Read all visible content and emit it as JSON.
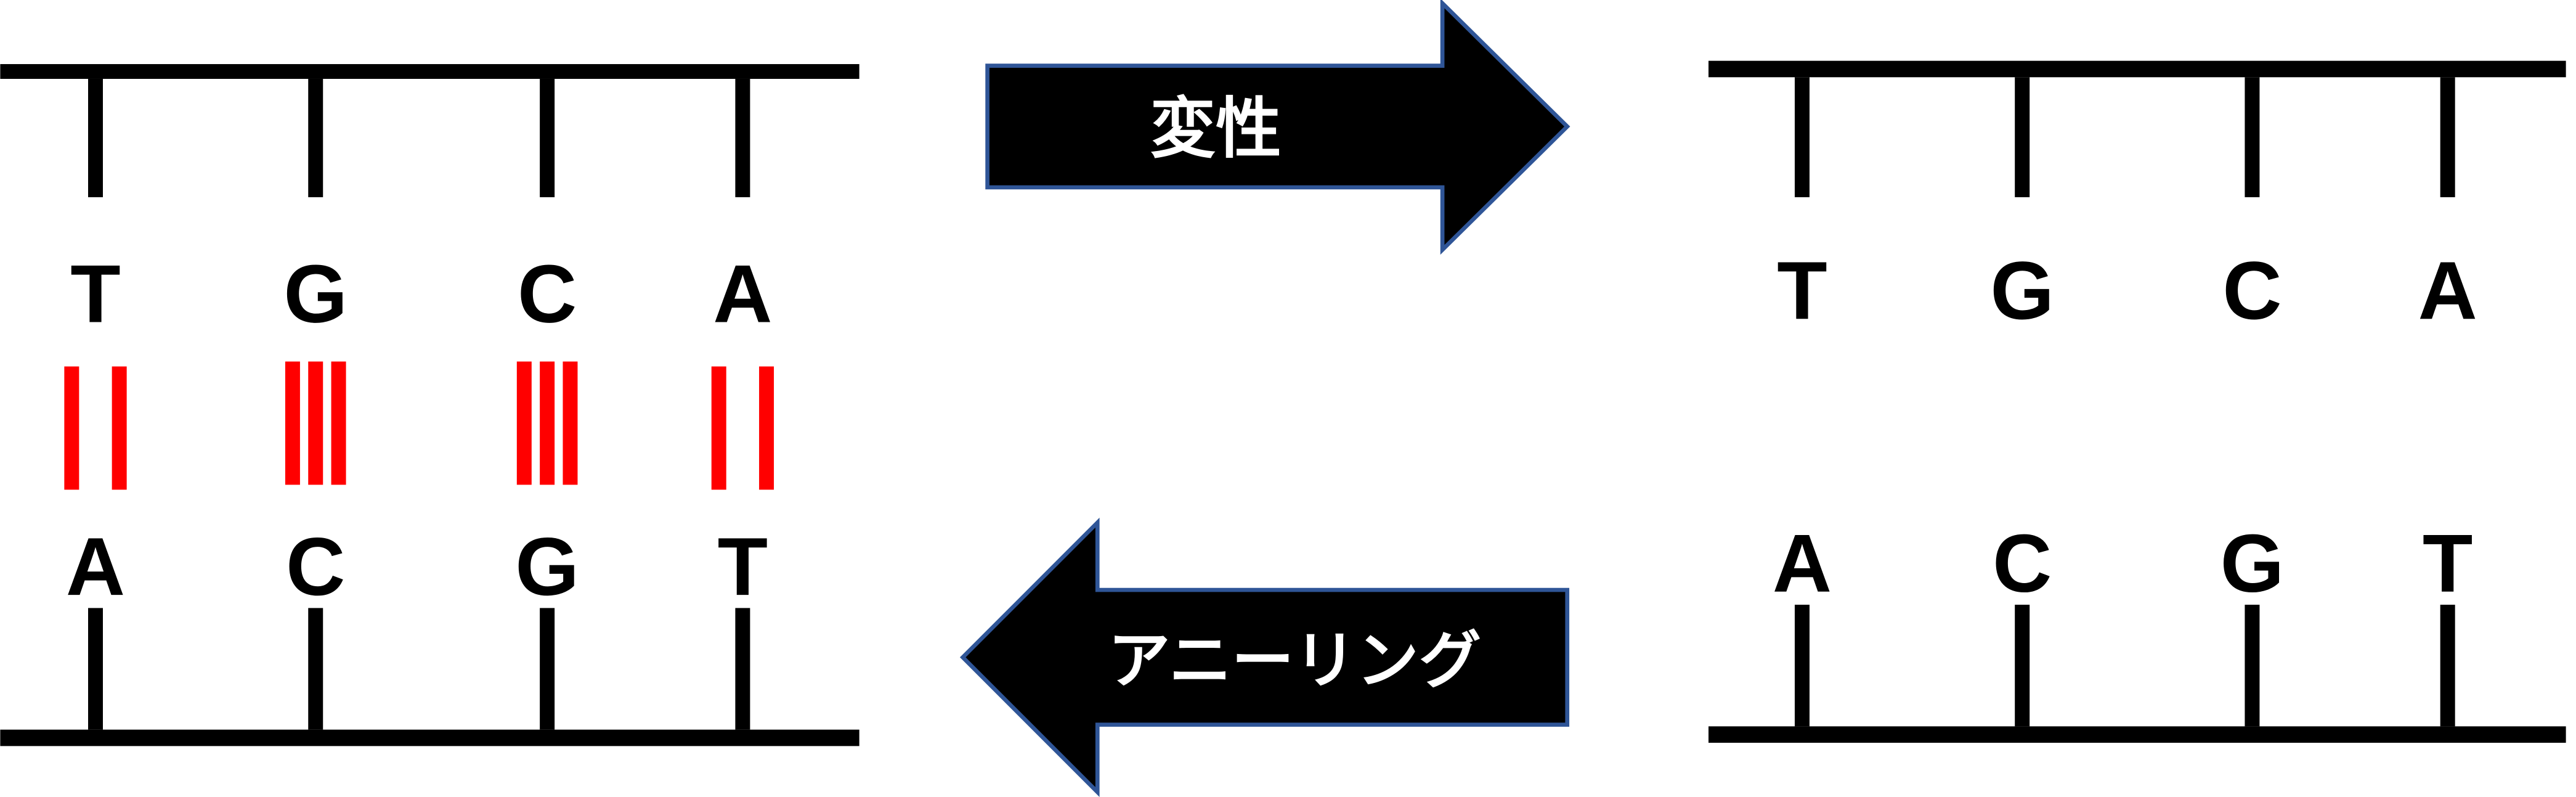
{
  "colors": {
    "strand": "#000000",
    "hydrogen_bond": "#ff0000",
    "arrow_fill": "#000000",
    "arrow_border": "#2f5597",
    "arrow_text": "#ffffff"
  },
  "arrows": {
    "denature": "変性",
    "annealing": "アニーリング"
  },
  "left_panel": {
    "top_strand": [
      "T",
      "G",
      "C",
      "A"
    ],
    "bottom_strand": [
      "A",
      "C",
      "G",
      "T"
    ],
    "hydrogen_bonds": [
      2,
      3,
      3,
      2
    ]
  },
  "right_panel": {
    "top_strand": [
      "T",
      "G",
      "C",
      "A"
    ],
    "bottom_strand": [
      "A",
      "C",
      "G",
      "T"
    ]
  }
}
